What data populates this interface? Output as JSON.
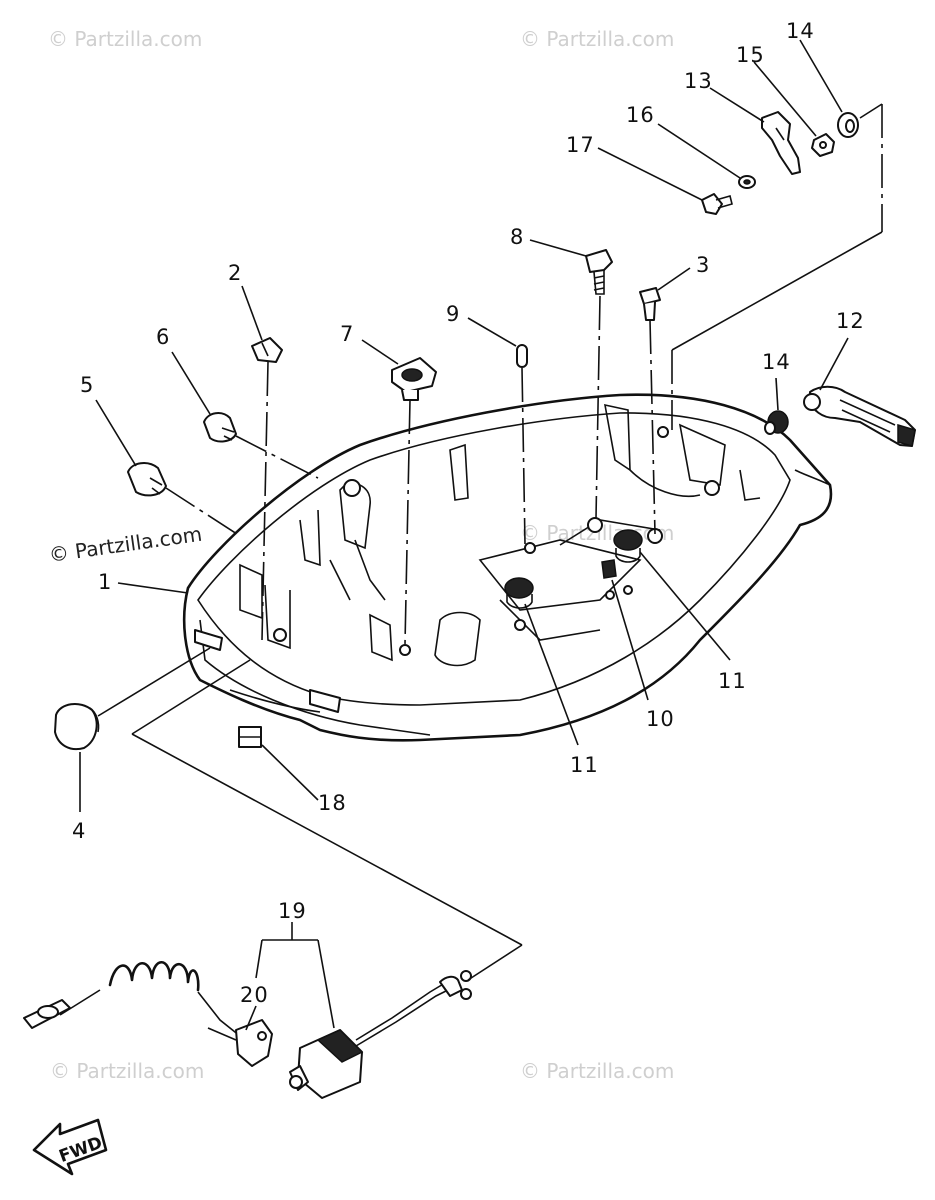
{
  "watermarks": {
    "top_left": "© Partzilla.com",
    "top_right": "© Partzilla.com",
    "middle_left": "© Partzilla.com",
    "middle_center": "© Partzilla.com",
    "bottom_left": "© Partzilla.com",
    "bottom_right": "© Partzilla.com"
  },
  "callouts": {
    "c1": "1",
    "c2": "2",
    "c3": "3",
    "c4": "4",
    "c5": "5",
    "c6": "6",
    "c7": "7",
    "c8": "8",
    "c9": "9",
    "c10": "10",
    "c11a": "11",
    "c11b": "11",
    "c12": "12",
    "c13": "13",
    "c14a": "14",
    "c14b": "14",
    "c15": "15",
    "c16": "16",
    "c17": "17",
    "c18": "18",
    "c19": "19",
    "c20": "20"
  },
  "fwd_label": "FWD"
}
